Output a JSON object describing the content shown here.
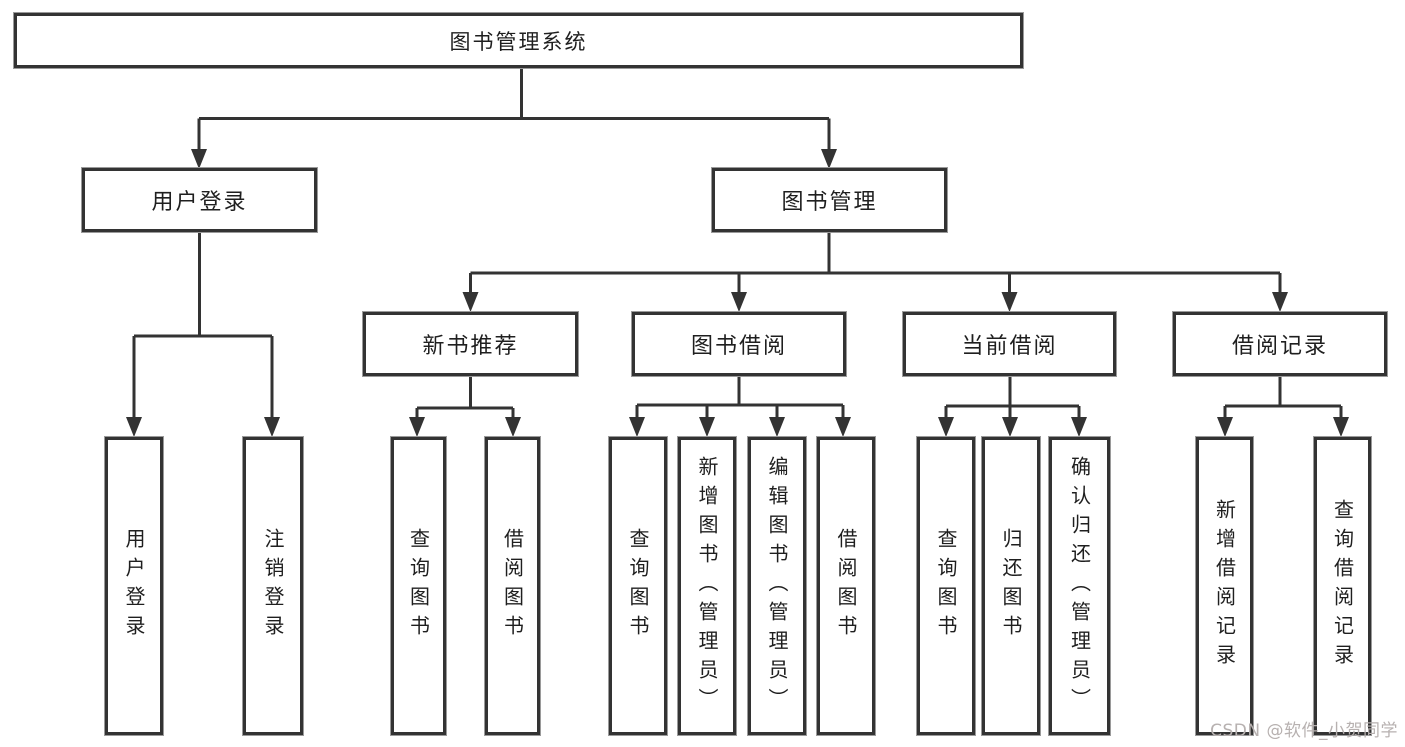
{
  "diagram": {
    "root": {
      "label": "图书管理系统"
    },
    "level2": [
      {
        "id": "user-login",
        "label": "用户登录"
      },
      {
        "id": "book-management",
        "label": "图书管理"
      }
    ],
    "level3": [
      {
        "id": "new-book-recommend",
        "label": "新书推荐"
      },
      {
        "id": "book-borrow",
        "label": "图书借阅"
      },
      {
        "id": "current-borrow",
        "label": "当前借阅"
      },
      {
        "id": "borrow-records",
        "label": "借阅记录"
      }
    ],
    "leaves": [
      {
        "group": "user-login",
        "label": "用户登录"
      },
      {
        "group": "user-login",
        "label": "注销登录"
      },
      {
        "group": "new-book-recommend",
        "label": "查询图书"
      },
      {
        "group": "new-book-recommend",
        "label": "借阅图书"
      },
      {
        "group": "book-borrow",
        "label": "查询图书"
      },
      {
        "group": "book-borrow",
        "label": "新增图书（管理员）"
      },
      {
        "group": "book-borrow",
        "label": "编辑图书（管理员）"
      },
      {
        "group": "book-borrow",
        "label": "借阅图书"
      },
      {
        "group": "current-borrow",
        "label": "查询图书"
      },
      {
        "group": "current-borrow",
        "label": "归还图书"
      },
      {
        "group": "current-borrow",
        "label": "确认归还（管理员）"
      },
      {
        "group": "borrow-records",
        "label": "新增借阅记录"
      },
      {
        "group": "borrow-records",
        "label": "查询借阅记录"
      }
    ]
  },
  "colors": {
    "line": "#333333",
    "border": "#333333",
    "text": "#1f1f1f",
    "background": "#ffffff",
    "watermark": "#b7b1b0"
  },
  "watermark": {
    "text": "CSDN @软件_小贺同学"
  }
}
